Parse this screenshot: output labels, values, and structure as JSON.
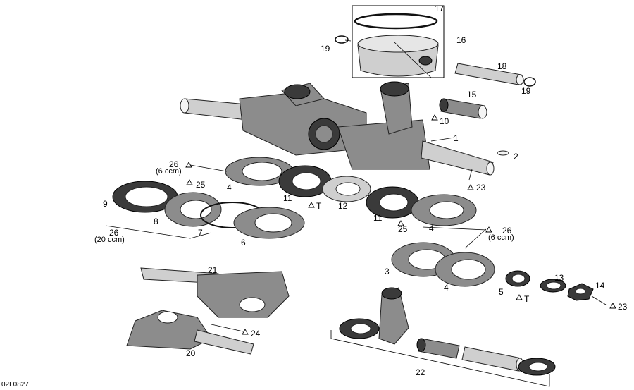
{
  "drawing_code": "02L0827",
  "callouts": {
    "p1": "1",
    "p2": "2",
    "p3": "3",
    "p4a": "4",
    "p4b": "4",
    "p4c": "4",
    "p5": "5",
    "p6": "6",
    "p7": "7",
    "p8": "8",
    "p9": "9",
    "p10": "10",
    "p11a": "11",
    "p11b": "11",
    "p12": "12",
    "p13": "13",
    "p14": "14",
    "p15": "15",
    "p16": "16",
    "p17": "17",
    "p18": "18",
    "p19a": "19",
    "p19b": "19",
    "p20": "20",
    "p21": "21",
    "p22": "22",
    "p23a": "23",
    "p23b": "23",
    "p24": "24",
    "p25a": "25",
    "p25b": "25",
    "p26a": "26",
    "p26b": "26",
    "p26c": "26",
    "tA": "T",
    "tB": "T"
  },
  "quantities": {
    "q6ccm_a": "(6 ccm)",
    "q6ccm_b": "(6 ccm)",
    "q20ccm": "(20 ccm)"
  }
}
